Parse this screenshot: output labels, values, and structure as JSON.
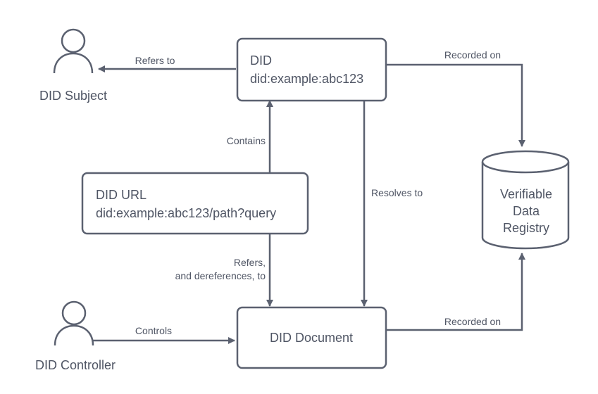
{
  "nodes": {
    "did": {
      "title": "DID",
      "value": "did:example:abc123"
    },
    "did_url": {
      "title": "DID URL",
      "value": "did:example:abc123/path?query"
    },
    "did_document": {
      "label": "DID Document"
    },
    "did_subject": {
      "label": "DID Subject"
    },
    "did_controller": {
      "label": "DID Controller"
    },
    "registry": {
      "line1": "Verifiable",
      "line2": "Data",
      "line3": "Registry"
    }
  },
  "edges": {
    "refers_to": "Refers to",
    "recorded_on_top": "Recorded on",
    "contains": "Contains",
    "resolves_to": "Resolves to",
    "refers_deref_line1": "Refers,",
    "refers_deref_line2": "and dereferences, to",
    "controls": "Controls",
    "recorded_on_bottom": "Recorded on"
  }
}
